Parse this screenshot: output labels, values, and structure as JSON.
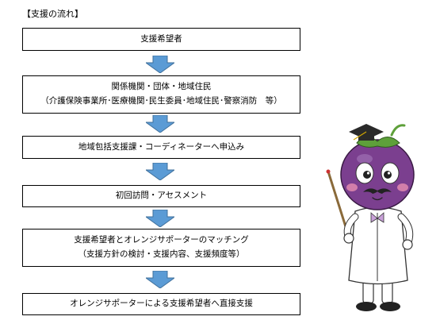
{
  "heading": "【支援の流れ】",
  "steps": [
    {
      "lines": [
        "支援希望者"
      ]
    },
    {
      "lines": [
        "関係機関・団体・地域住民",
        "（介護保険事業所･医療機関･民生委員･地域住民･警察消防　等）"
      ]
    },
    {
      "lines": [
        "地域包括支援課・コーディネーターへ申込み"
      ]
    },
    {
      "lines": [
        "初回訪問・アセスメント"
      ]
    },
    {
      "lines": [
        "支援希望者とオレンジサポーターのマッチング",
        "（支援方針の検討・支援内容、支援頻度等）"
      ]
    },
    {
      "lines": [
        "オレンジサポーターによる支援希望者へ直接支援"
      ]
    }
  ],
  "arrow_icon": "down-arrow-icon",
  "colors": {
    "arrow_fill": "#5b9bd5",
    "arrow_stroke": "#41719c",
    "mascot_body": "#7b3f8f"
  }
}
